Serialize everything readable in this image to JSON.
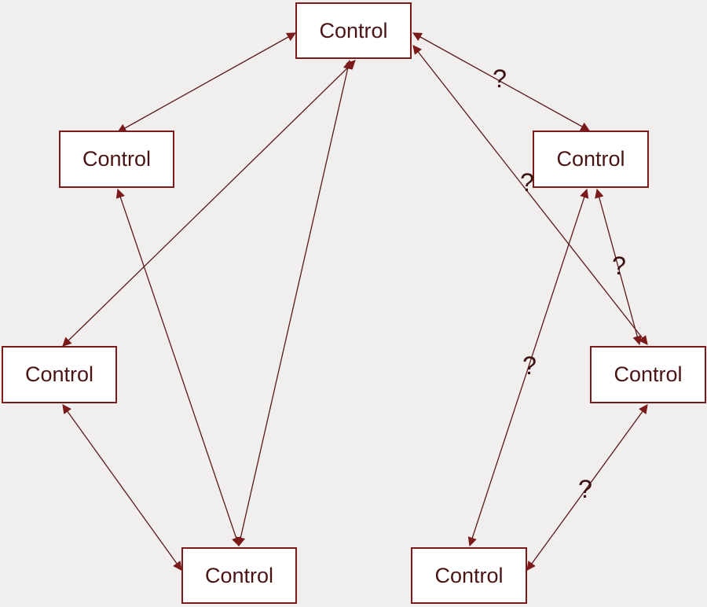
{
  "diagram": {
    "nodes": [
      {
        "id": "top",
        "label": "Control"
      },
      {
        "id": "upper_left",
        "label": "Control"
      },
      {
        "id": "upper_right",
        "label": "Control"
      },
      {
        "id": "middle_left",
        "label": "Control"
      },
      {
        "id": "middle_right",
        "label": "Control"
      },
      {
        "id": "bottom_left",
        "label": "Control"
      },
      {
        "id": "bottom_right",
        "label": "Control"
      }
    ],
    "edges": [
      {
        "from": "top",
        "to": "upper_left",
        "label": ""
      },
      {
        "from": "top",
        "to": "middle_left",
        "label": ""
      },
      {
        "from": "top",
        "to": "bottom_left",
        "label": ""
      },
      {
        "from": "upper_left",
        "to": "bottom_left",
        "label": ""
      },
      {
        "from": "middle_left",
        "to": "bottom_left",
        "label": ""
      },
      {
        "from": "top",
        "to": "upper_right",
        "label": "?"
      },
      {
        "from": "top",
        "to": "middle_right",
        "label": "?"
      },
      {
        "from": "upper_right",
        "to": "middle_right",
        "label": "?"
      },
      {
        "from": "upper_right",
        "to": "bottom_right",
        "label": "?"
      },
      {
        "from": "middle_right",
        "to": "bottom_right",
        "label": "?"
      }
    ],
    "colors": {
      "node_border": "#7a1a1a",
      "node_text": "#4a1414",
      "arrow": "#7a1a1a",
      "background": "#f1eeee"
    }
  }
}
